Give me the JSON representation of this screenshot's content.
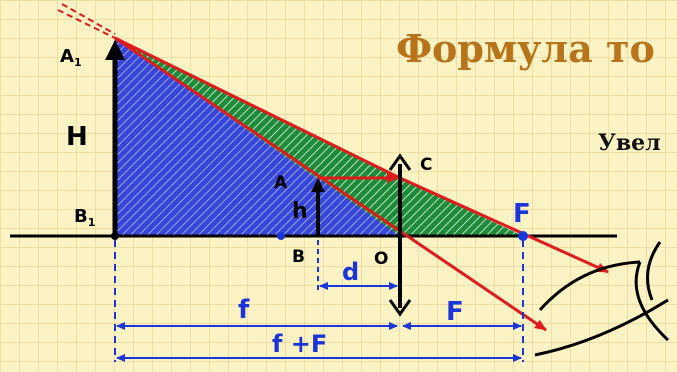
{
  "title": "Формула то",
  "subtitle": "Увел",
  "labels": {
    "A1": "A",
    "A1_sub": "1",
    "B1": "B",
    "B1_sub": "1",
    "H": "H",
    "A": "A",
    "h": "h",
    "B": "B",
    "O": "O",
    "C": "C",
    "F_top": "F",
    "d": "d",
    "f": "f",
    "F_bottom": "F",
    "fF": "f +F"
  },
  "colors": {
    "background": "#fbf3c4",
    "grid": "#e2c98a",
    "title": "#b8741a",
    "rays": "#e01b1b",
    "dims": "#1a35d8",
    "blue_fill": "#3646d8",
    "green_fill": "#1f8a3a",
    "axis": "#000000"
  }
}
